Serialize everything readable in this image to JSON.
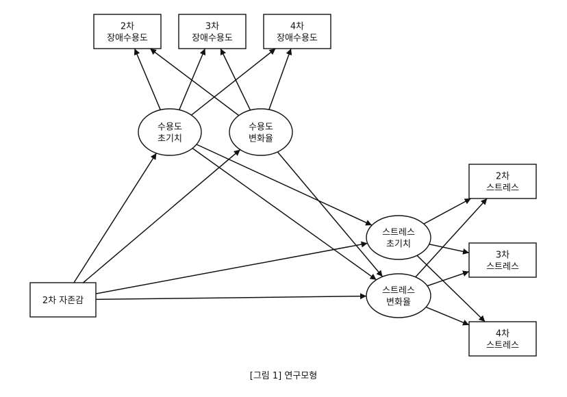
{
  "nodes": {
    "accept2": {
      "lines": [
        "2차",
        "장애수용도"
      ]
    },
    "accept3": {
      "lines": [
        "3차",
        "장애수용도"
      ]
    },
    "accept4": {
      "lines": [
        "4차",
        "장애수용도"
      ]
    },
    "accept_init": {
      "lines": [
        "수용도",
        "초기치"
      ]
    },
    "accept_rate": {
      "lines": [
        "수용도",
        "변화율"
      ]
    },
    "self_esteem": {
      "lines": [
        "2차 자존감"
      ]
    },
    "stress_init": {
      "lines": [
        "스트레스",
        "초기치"
      ]
    },
    "stress_rate": {
      "lines": [
        "스트레스",
        "변화율"
      ]
    },
    "stress2": {
      "lines": [
        "2차",
        "스트레스"
      ]
    },
    "stress3": {
      "lines": [
        "3차",
        "스트레스"
      ]
    },
    "stress4": {
      "lines": [
        "4차",
        "스트레스"
      ]
    }
  },
  "edges": [
    {
      "from": "accept_init",
      "to": "accept2"
    },
    {
      "from": "accept_init",
      "to": "accept3"
    },
    {
      "from": "accept_init",
      "to": "accept4"
    },
    {
      "from": "accept_rate",
      "to": "accept2"
    },
    {
      "from": "accept_rate",
      "to": "accept3"
    },
    {
      "from": "accept_rate",
      "to": "accept4"
    },
    {
      "from": "self_esteem",
      "to": "accept_init"
    },
    {
      "from": "self_esteem",
      "to": "accept_rate"
    },
    {
      "from": "self_esteem",
      "to": "stress_init"
    },
    {
      "from": "self_esteem",
      "to": "stress_rate"
    },
    {
      "from": "accept_init",
      "to": "stress_init"
    },
    {
      "from": "accept_init",
      "to": "stress_rate"
    },
    {
      "from": "accept_rate",
      "to": "stress_rate"
    },
    {
      "from": "stress_init",
      "to": "stress2"
    },
    {
      "from": "stress_init",
      "to": "stress3"
    },
    {
      "from": "stress_init",
      "to": "stress4"
    },
    {
      "from": "stress_rate",
      "to": "stress2"
    },
    {
      "from": "stress_rate",
      "to": "stress3"
    },
    {
      "from": "stress_rate",
      "to": "stress4"
    }
  ],
  "caption": "[그림 1] 연구모형"
}
